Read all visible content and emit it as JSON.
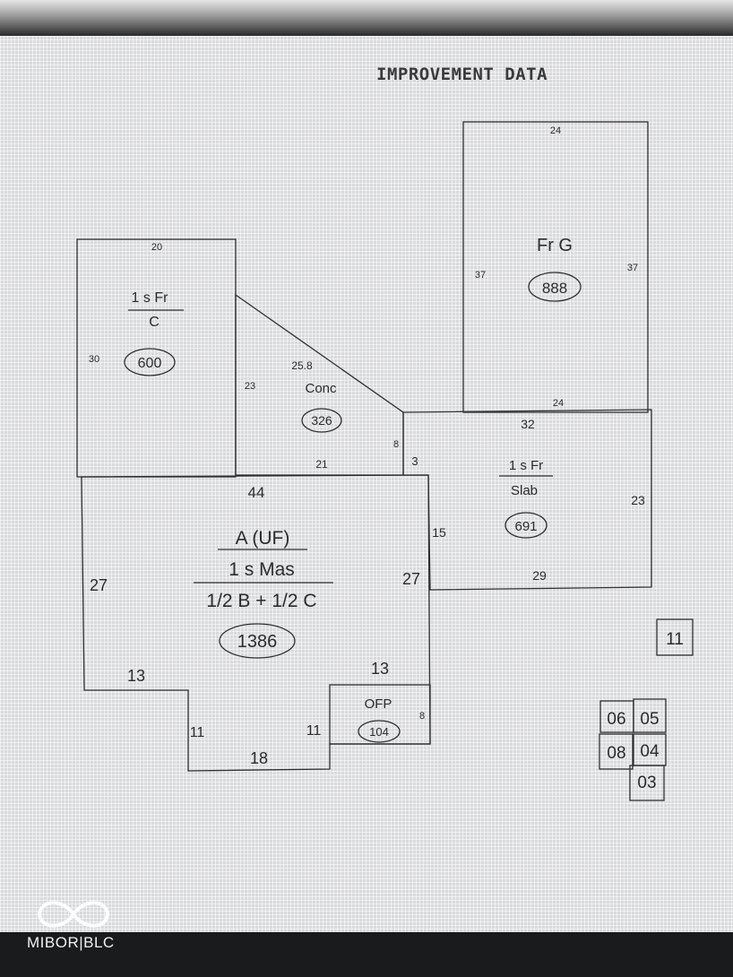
{
  "title": "IMPROVEMENT DATA",
  "watermark": "MIBOR|BLC",
  "areas": {
    "garage": {
      "label": "Fr G",
      "area": "888",
      "dim_top": "24",
      "dim_left": "37",
      "dim_right": "37",
      "dim_bottom": "24"
    },
    "upper_left": {
      "label_top": "1 s Fr",
      "label_bottom": "C",
      "area": "600",
      "dim_top": "20",
      "dim_left": "30"
    },
    "patio": {
      "label": "Conc",
      "area": "326",
      "dim_diag": "25.8",
      "dim_left": "23",
      "dim_bottom": "21",
      "dim_right": "8"
    },
    "slab": {
      "label_top": "1 s Fr",
      "label_bottom": "Slab",
      "area": "691",
      "dim_top": "32",
      "dim_left": "15",
      "dim_right": "23",
      "dim_bottom": "29",
      "dim_step": "3"
    },
    "main": {
      "line1": "A (UF)",
      "line2": "1 s Mas",
      "line3": "1/2 B + 1/2 C",
      "area": "1386",
      "dim_top": "44",
      "dim_left": "27",
      "dim_right": "27",
      "dim_bottom_left": "13",
      "dim_bottom_right": "13",
      "dim_notch_left": "11",
      "dim_notch_bottom": "18",
      "dim_notch_right": "11"
    },
    "porch": {
      "label": "OFP",
      "area": "104",
      "dim_right": "8"
    }
  },
  "page_boxes": [
    "11",
    "06",
    "05",
    "08",
    "04",
    "03"
  ]
}
